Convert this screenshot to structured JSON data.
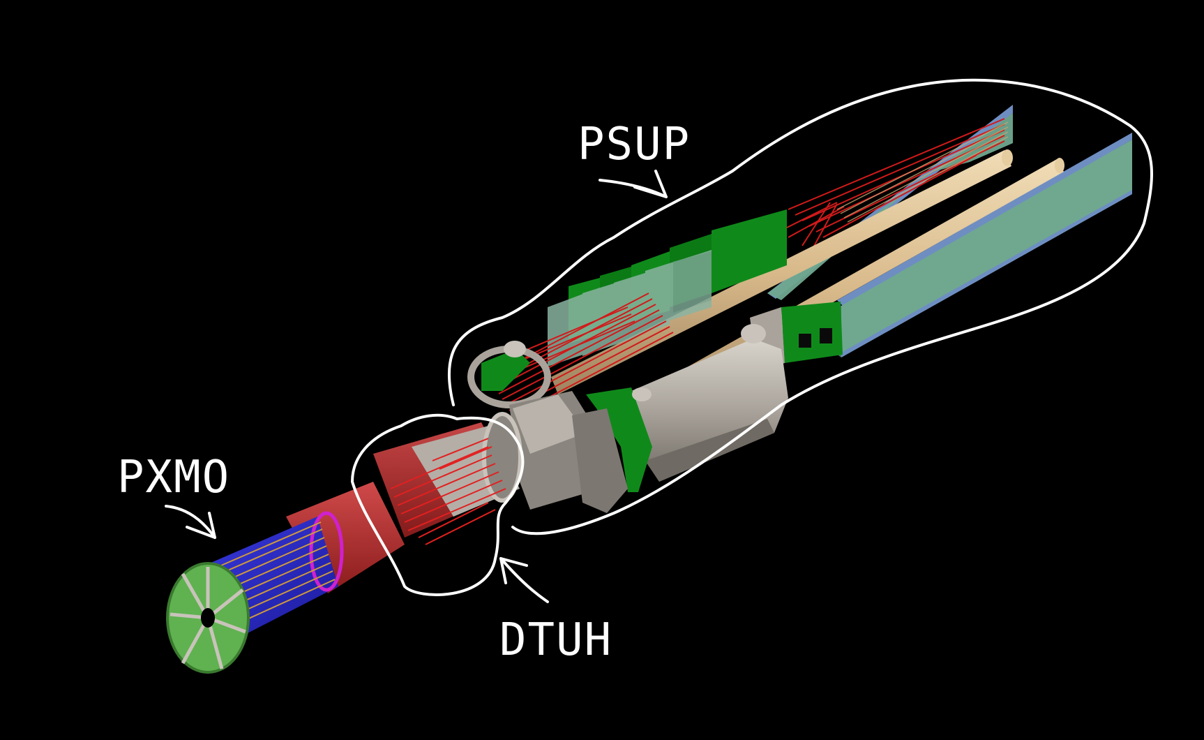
{
  "labels": {
    "psup": "PSUP",
    "pxmo": "PXMO",
    "dtuh": "DTUH"
  },
  "colors": {
    "background": "#000000",
    "annotation": "#ffffff",
    "support_panel": "#6fa88f",
    "support_edge": "#6e8ec2",
    "rod": "#d8b98a",
    "cable": "#d11a1a",
    "board": "#0f8a1a",
    "shell_grey": "#a9a39b",
    "pixel_blue": "#2828c8",
    "pixel_red": "#b02a2a",
    "endcap_green": "#5fb24f",
    "magenta_ring": "#d020d0"
  }
}
